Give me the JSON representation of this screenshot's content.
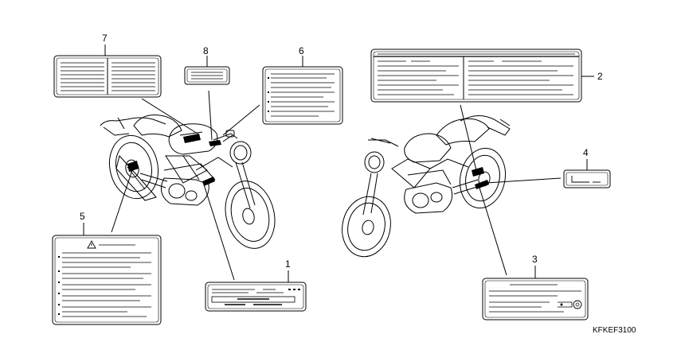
{
  "callouts": [
    {
      "id": "1",
      "label": "1"
    },
    {
      "id": "2",
      "label": "2"
    },
    {
      "id": "3",
      "label": "3"
    },
    {
      "id": "4",
      "label": "4"
    },
    {
      "id": "5",
      "label": "5"
    },
    {
      "id": "6",
      "label": "6"
    },
    {
      "id": "7",
      "label": "7"
    },
    {
      "id": "8",
      "label": "8"
    }
  ],
  "diagram_code": "KFKEF3100",
  "icons": {
    "warning": "warning-triangle-icon",
    "tire": "tire-icon"
  }
}
